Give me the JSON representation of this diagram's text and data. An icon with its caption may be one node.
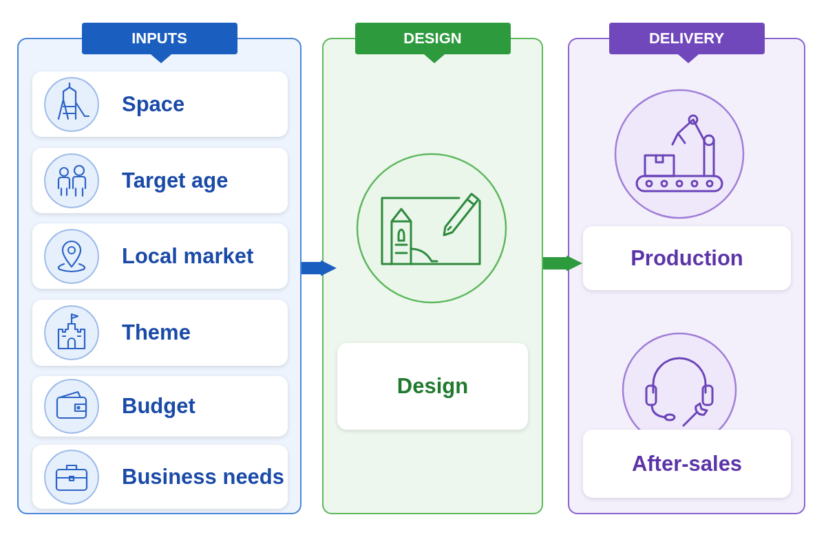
{
  "diagram": {
    "nodes": [
      {
        "text": [
          "INPUTS"
        ]
      },
      {
        "text": [
          "Space"
        ],
        "in": 0
      },
      {
        "text": [
          "Target age"
        ],
        "in": 0
      },
      {
        "text": [
          "Local market"
        ],
        "in": 0
      },
      {
        "text": [
          "Theme"
        ],
        "in": 0
      },
      {
        "text": [
          "Budget"
        ],
        "in": 0
      },
      {
        "text": [
          "Business needs"
        ],
        "in": 0
      },
      {
        "text": [
          "DESIGN"
        ]
      },
      {
        "text": [
          "Design"
        ],
        "in": 7
      },
      {
        "text": [
          "DELIVERY"
        ]
      },
      {
        "text": [
          "Production"
        ],
        "in": 9
      },
      {
        "text": [
          "After-sales"
        ],
        "in": 9
      }
    ],
    "edges": [
      {
        "from": 0,
        "to": 7,
        "arrow": "to",
        "color": "#1a5fbf"
      },
      {
        "from": 7,
        "to": 9,
        "arrow": "to",
        "color": "#2e9a3e"
      }
    ]
  }
}
